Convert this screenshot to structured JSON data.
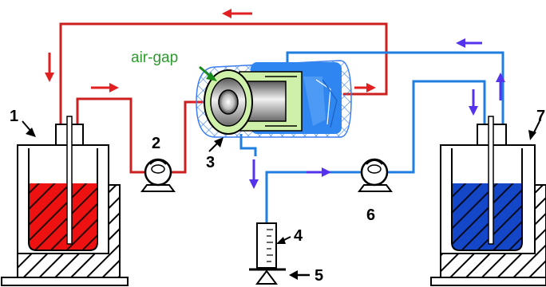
{
  "diagram": {
    "air_gap_label": "air-gap",
    "labels": [
      "1",
      "2",
      "3",
      "4",
      "5",
      "6",
      "7"
    ]
  },
  "colors": {
    "feed_line": "#cc1f1f",
    "feed_liquid": "#ee1111",
    "permeate_line": "#1f7fe0",
    "permeate_liquid": "#1446c8",
    "feed_arrow": "#e02020",
    "permeate_arrow": "#5533ee",
    "air_gap_text": "#2e9b2e",
    "module_blue": "#2f86f0",
    "membrane_green": "#cff0a8"
  }
}
